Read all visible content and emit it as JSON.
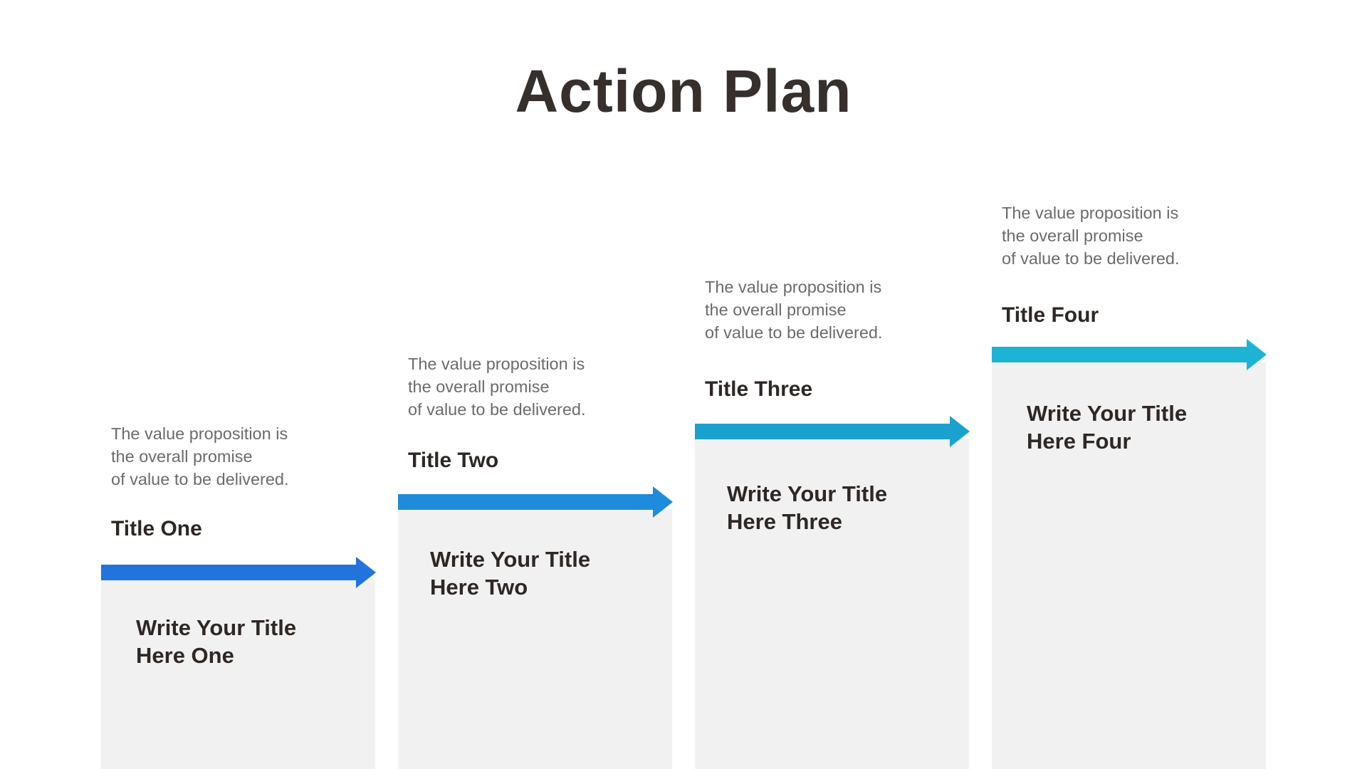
{
  "slide": {
    "title": "Action Plan",
    "background": "#ffffff",
    "box_color": "#f1f1f1"
  },
  "steps": [
    {
      "description": "The value proposition is\nthe overall promise\nof value to be delivered.",
      "title": "Title One",
      "body": "Write Your Title\nHere One",
      "arrow_icon": "arrow-right-icon",
      "arrow_color": "#2273dc"
    },
    {
      "description": "The value proposition is\nthe overall promise\nof value to be delivered.",
      "title": "Title Two",
      "body": "Write Your Title\nHere Two",
      "arrow_icon": "arrow-right-icon",
      "arrow_color": "#1e8bdb"
    },
    {
      "description": "The value proposition is\nthe overall promise\nof value to be delivered.",
      "title": "Title Three",
      "body": "Write Your Title\nHere Three",
      "arrow_icon": "arrow-right-icon",
      "arrow_color": "#1aa2cf"
    },
    {
      "description": "The value proposition is\nthe overall promise\nof value to be delivered.",
      "title": "Title Four",
      "body": "Write Your Title\nHere Four",
      "arrow_icon": "arrow-right-icon",
      "arrow_color": "#1cb4d2"
    }
  ]
}
